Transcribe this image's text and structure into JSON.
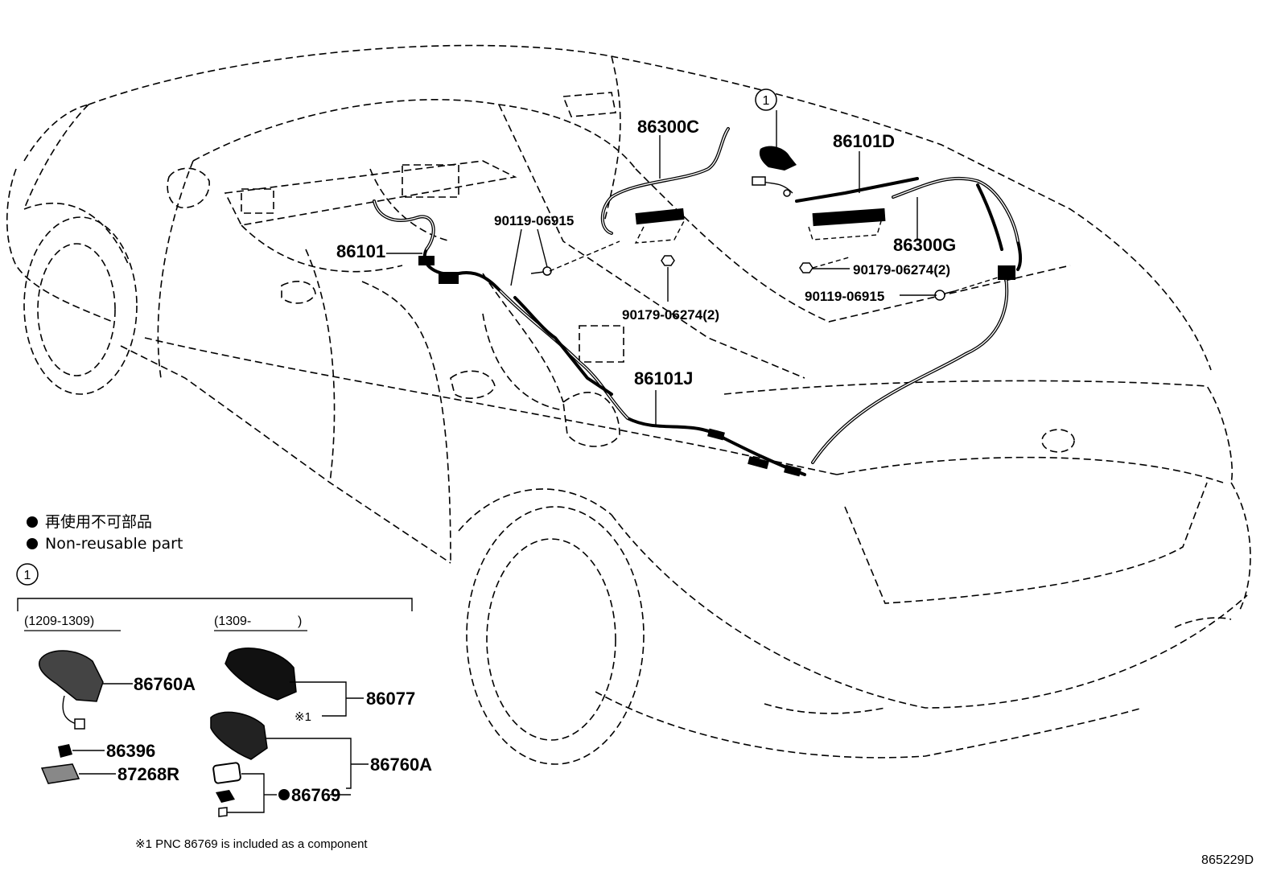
{
  "diagram": {
    "ref_code": "865229D",
    "part_labels": {
      "p86300C": "86300C",
      "p86101D": "86101D",
      "p86300G": "86300G",
      "p86101": "86101",
      "p86101J": "86101J",
      "p90119_a": "90119-06915",
      "p90119_b": "90119-06915",
      "p90179_a": "90179-06274(2)",
      "p90179_b": "90179-06274(2)",
      "callout_1": "1",
      "inset_callout": "1"
    },
    "legend": {
      "jp": "再使用不可部品",
      "en": "Non-reusable part"
    },
    "inset": {
      "range_a": "(1209-1309)",
      "range_b": "(1309-",
      "range_b_close": ")",
      "a_86760A": "86760A",
      "a_86396": "86396",
      "a_87268R": "87268R",
      "b_86077": "86077",
      "b_note_mark": "※1",
      "b_86760A": "86760A",
      "b_86769": "86769"
    },
    "footnote": "※1 PNC 86769 is included as a component"
  },
  "colors": {
    "line": "#000000",
    "background": "#ffffff"
  }
}
